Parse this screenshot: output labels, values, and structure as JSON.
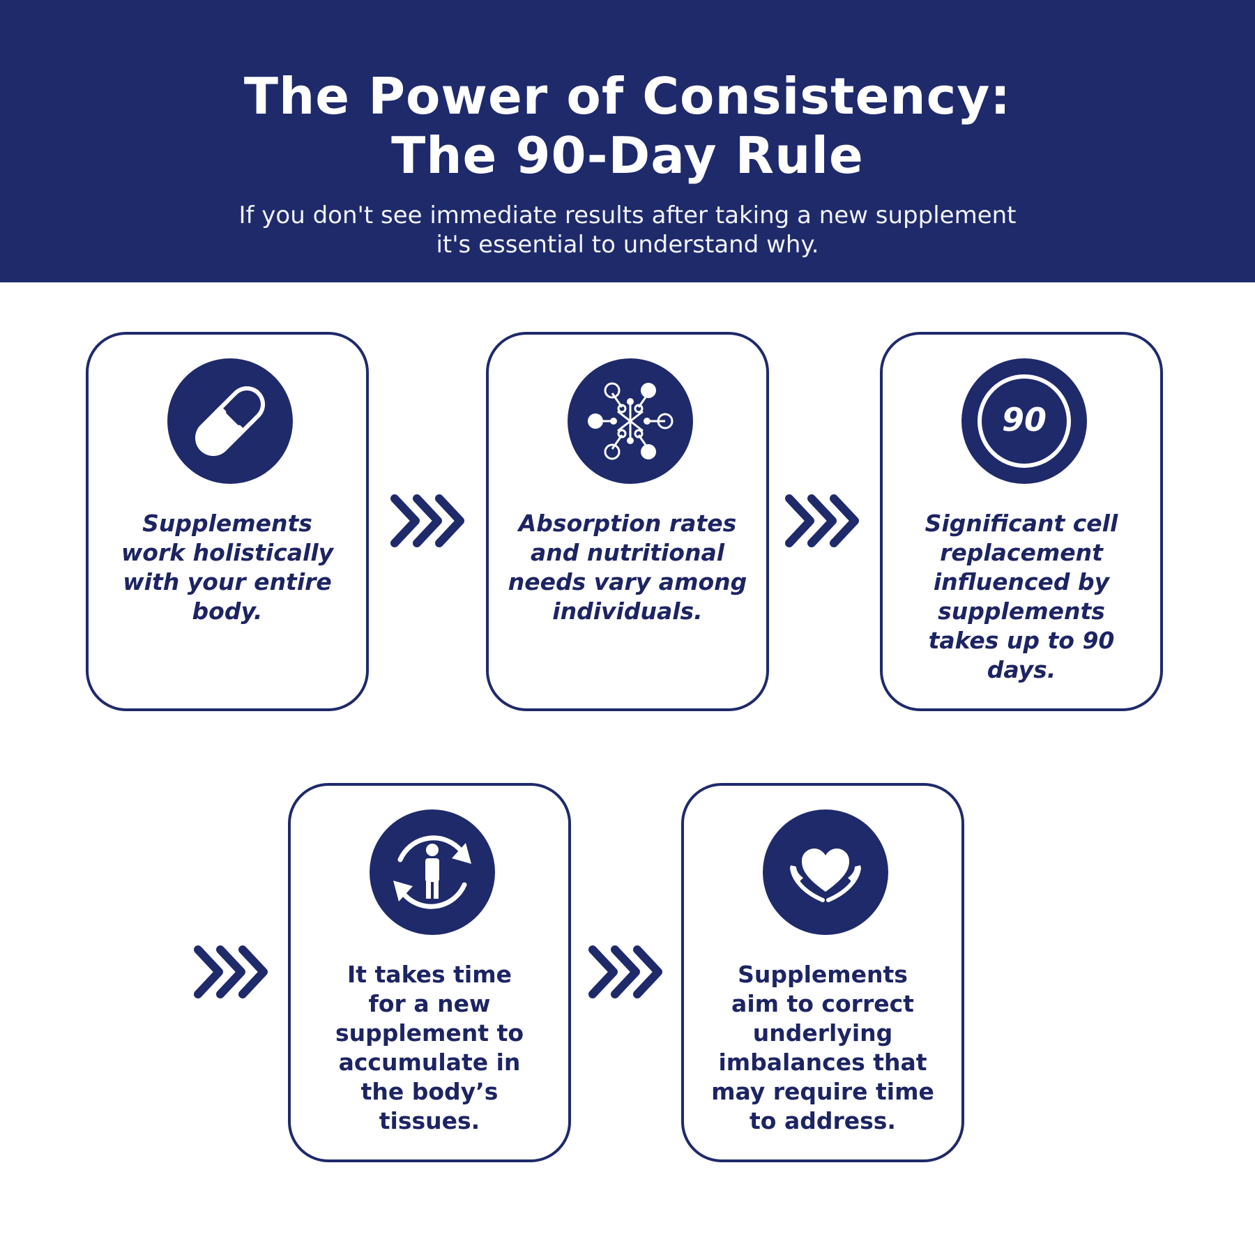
{
  "header": {
    "title_line1": "The Power of Consistency:",
    "title_line2": "The 90-Day Rule",
    "subtitle_line1": "If you don't see immediate results after taking a new supplement",
    "subtitle_line2": "it's essential to understand why."
  },
  "cards": [
    {
      "icon": "capsule-icon",
      "lines": [
        "Supplements",
        "work holistically",
        "with your entire",
        "body."
      ]
    },
    {
      "icon": "molecule-icon",
      "lines": [
        "Absorption rates",
        "and nutritional",
        "needs vary among",
        "individuals."
      ]
    },
    {
      "icon": "ninety-badge-icon",
      "badge": "90",
      "lines": [
        "Significant cell",
        "replacement",
        "influenced by",
        "supplements",
        "takes up to 90",
        "days."
      ]
    },
    {
      "icon": "body-cycle-icon",
      "lines": [
        "It takes time",
        "for a new",
        "supplement to",
        "accumulate in",
        "the body’s",
        "tissues."
      ]
    },
    {
      "icon": "heart-hands-icon",
      "lines": [
        "Supplements",
        "aim to correct",
        "underlying",
        "imbalances that",
        "may require time",
        "to address."
      ]
    }
  ],
  "colors": {
    "brand": "#1f2a6b",
    "text": "#1d2463",
    "background": "#ffffff"
  }
}
